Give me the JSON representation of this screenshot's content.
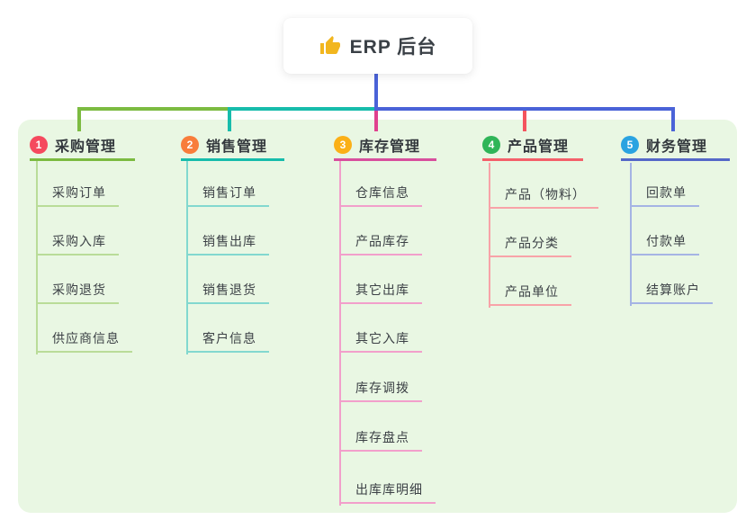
{
  "root": {
    "label": "ERP 后台",
    "icon": "thumbs-up-icon"
  },
  "palette": {
    "panel_bg": "#e9f7e3",
    "root_connector": "#4a63d8",
    "text_dark": "#33383d"
  },
  "branches": [
    {
      "num": "1",
      "label": "采购管理",
      "badge_color": "#f5495e",
      "line_color": "#7cbb41",
      "light_color": "#b9dc98",
      "children": [
        "采购订单",
        "采购入库",
        "采购退货",
        "供应商信息"
      ]
    },
    {
      "num": "2",
      "label": "销售管理",
      "badge_color": "#f87d3b",
      "line_color": "#17bcab",
      "light_color": "#82d8cf",
      "children": [
        "销售订单",
        "销售出库",
        "销售退货",
        "客户信息"
      ]
    },
    {
      "num": "3",
      "label": "库存管理",
      "badge_color": "#fbb017",
      "line_color": "#e0418e",
      "light_color": "#f29fcb",
      "children": [
        "仓库信息",
        "产品库存",
        "其它出库",
        "其它入库",
        "库存调拨",
        "库存盘点",
        "出库库明细"
      ]
    },
    {
      "num": "4",
      "label": "产品管理",
      "badge_color": "#2fb558",
      "line_color": "#f4545e",
      "light_color": "#f8a3a8",
      "children": [
        "产品（物料）",
        "产品分类",
        "产品单位"
      ]
    },
    {
      "num": "5",
      "label": "财务管理",
      "badge_color": "#2aa3e1",
      "line_color": "#4a63d8",
      "light_color": "#a5b4e4",
      "children": [
        "回款单",
        "付款单",
        "结算账户"
      ]
    }
  ]
}
